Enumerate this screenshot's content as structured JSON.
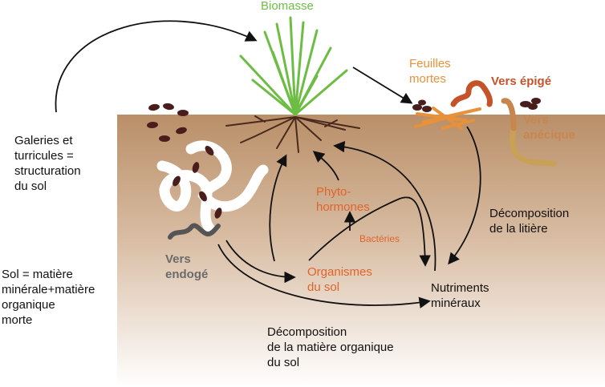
{
  "labels": {
    "biomasse": "Biomasse",
    "feuilles_mortes": "Feuilles\nmortes",
    "vers_epige": "Vers épigé",
    "vers_anecique": "Vers\nanécique",
    "galeries": "Galeries et\nturricules =\nstructuration\ndu sol",
    "sol": "Sol = matière\nminérale+matière\norganique\nmorte",
    "vers_endoge": "Vers\nendogé",
    "phytohormones": "Phyto-\nhormones",
    "bacteries": "Bactéries",
    "organismes": "Organismes\ndu sol",
    "nutriments": "Nutriments\nminéraux",
    "decomp_litiere": "Décomposition\nde la litière",
    "decomp_mo": "Décomposition\nde la matière organique\ndu sol"
  },
  "colors": {
    "biomass_green": "#6dbd45",
    "orange_text": "#e0642b",
    "feuilles_text": "#e8913b",
    "soil_top": "#b98f68",
    "soil_bottom": "#ffffff",
    "root_brown": "#4a2a1e",
    "egg_brown": "#4a1d1d",
    "endoge_gray": "#6b6b6b",
    "anecique_brown": "#c8864f",
    "epige_red": "#c4532a"
  }
}
